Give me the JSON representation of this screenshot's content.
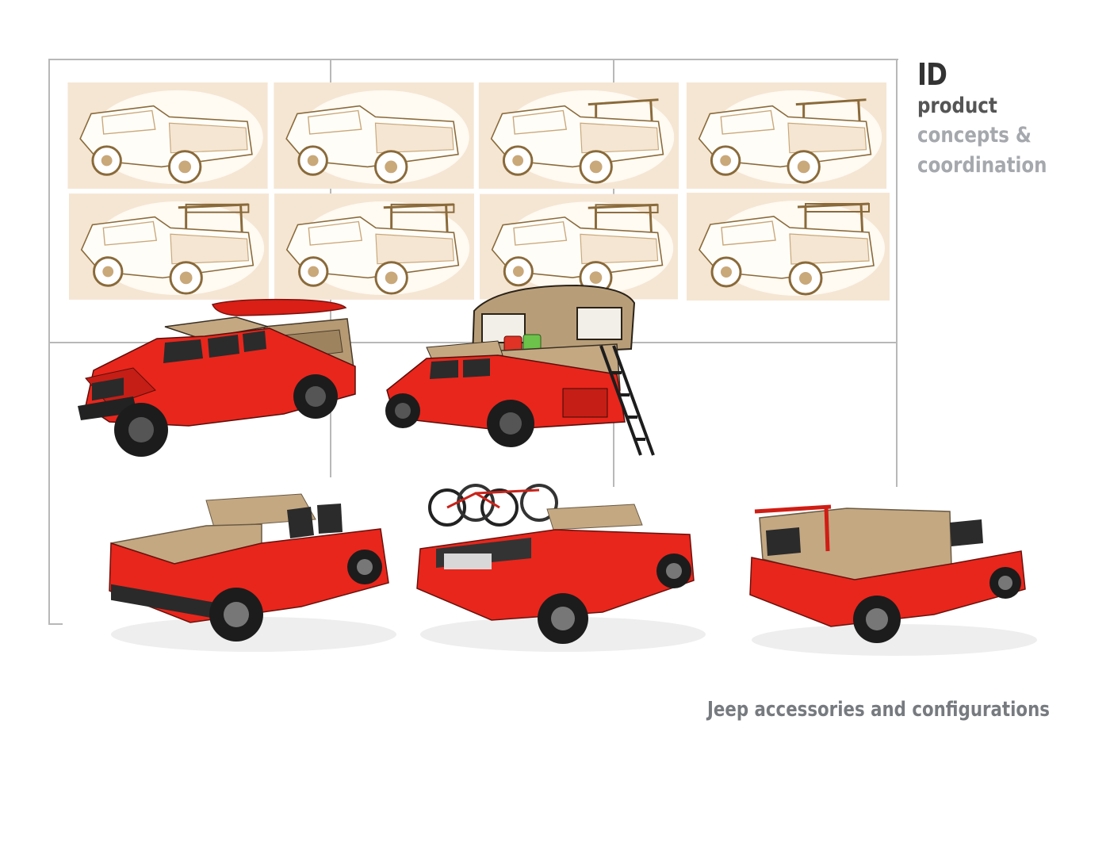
{
  "header": {
    "title_id": "ID",
    "title_product": "product",
    "title_line2": "concepts &",
    "title_line3": "coordination"
  },
  "caption": "Jeep accessories and configurations",
  "sketch_grid": {
    "rows": 2,
    "columns": 4,
    "accent_colors": [
      "#f5e6d3",
      "#c9a87a",
      "#8a6a3a"
    ]
  },
  "colors": {
    "vehicle_body": "#e8261c",
    "soft_top": "#c4a882",
    "frame_lines": "#b8b8b8",
    "title_dark": "#333333",
    "title_gray": "#a5a8ad"
  }
}
